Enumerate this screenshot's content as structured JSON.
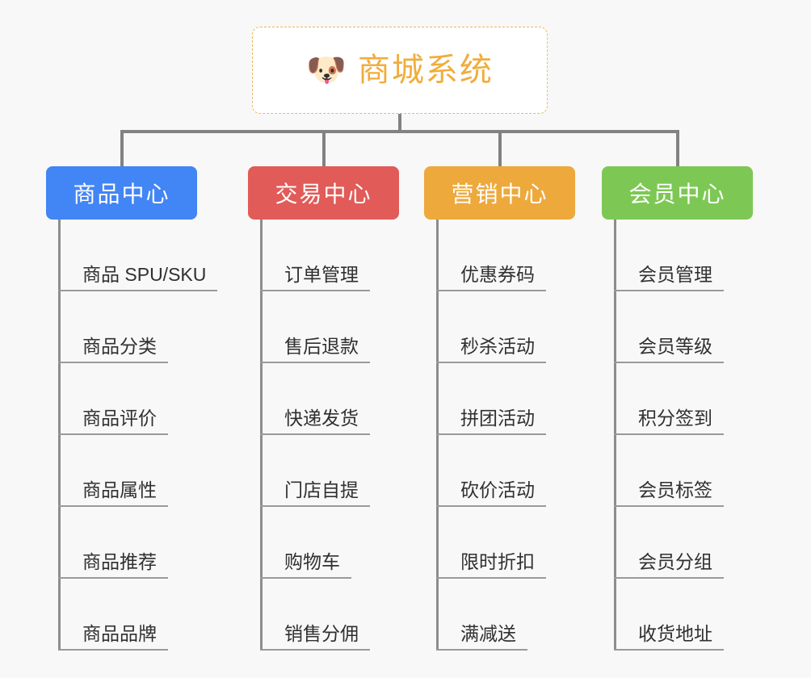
{
  "page": {
    "background_color": "#f8f8f8",
    "line_color": "#828282"
  },
  "root": {
    "icon": "shiba-dog-face-emoji",
    "emoji": "🐶",
    "title": "商城系统",
    "text_color": "#f0ad3c",
    "border_color": "#e8b862",
    "background_color": "#ffffff"
  },
  "columns": [
    {
      "id": "product-center",
      "title": "商品中心",
      "color": "#4285f4",
      "items": [
        {
          "label": "商品 SPU/SKU"
        },
        {
          "label": "商品分类"
        },
        {
          "label": "商品评价"
        },
        {
          "label": "商品属性"
        },
        {
          "label": "商品推荐"
        },
        {
          "label": "商品品牌"
        }
      ]
    },
    {
      "id": "trade-center",
      "title": "交易中心",
      "color": "#e15b58",
      "items": [
        {
          "label": "订单管理"
        },
        {
          "label": "售后退款"
        },
        {
          "label": "快递发货"
        },
        {
          "label": "门店自提"
        },
        {
          "label": "购物车"
        },
        {
          "label": "销售分佣"
        }
      ]
    },
    {
      "id": "marketing-center",
      "title": "营销中心",
      "color": "#eda93c",
      "items": [
        {
          "label": "优惠券码"
        },
        {
          "label": "秒杀活动"
        },
        {
          "label": "拼团活动"
        },
        {
          "label": "砍价活动"
        },
        {
          "label": "限时折扣"
        },
        {
          "label": "满减送"
        }
      ]
    },
    {
      "id": "member-center",
      "title": "会员中心",
      "color": "#7dc855",
      "items": [
        {
          "label": "会员管理"
        },
        {
          "label": "会员等级"
        },
        {
          "label": "积分签到"
        },
        {
          "label": "会员标签"
        },
        {
          "label": "会员分组"
        },
        {
          "label": "收货地址"
        }
      ]
    }
  ]
}
